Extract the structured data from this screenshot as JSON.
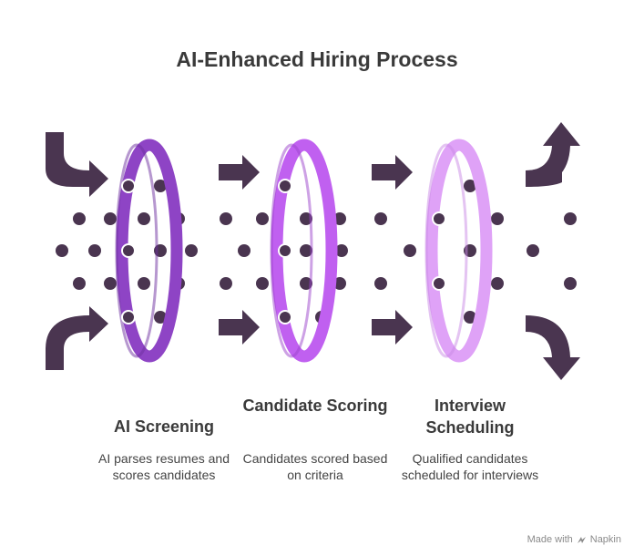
{
  "title": "AI-Enhanced Hiring Process",
  "stages": [
    {
      "heading": "AI Screening",
      "description": "AI parses resumes and scores candidates",
      "color": "#8e44c5"
    },
    {
      "heading": "Candidate Scoring",
      "description": "Candidates scored based on criteria",
      "color": "#c060f0"
    },
    {
      "heading": "Interview Scheduling",
      "description": "Qualified candidates scheduled for interviews",
      "color": "#dfa2f7"
    }
  ],
  "colors": {
    "dark": "#4a3550",
    "text": "#3a3a3a"
  },
  "footer": {
    "made_with": "Made with",
    "brand": "Napkin"
  }
}
